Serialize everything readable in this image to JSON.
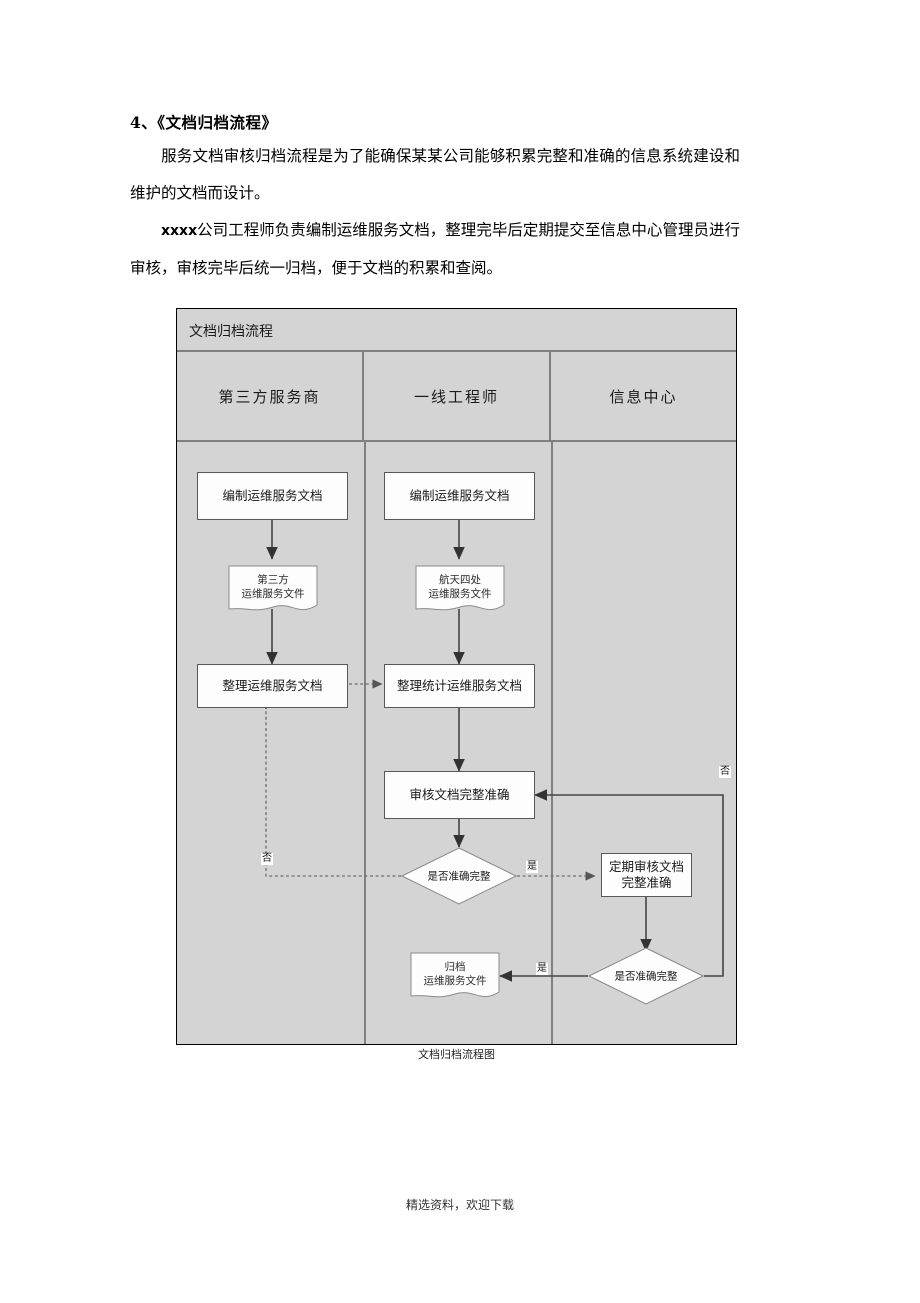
{
  "document": {
    "heading": "4、《文档归档流程》",
    "paragraphs": [
      "服务文档审核归档流程是为了能确保某某公司能够积累完整和准确的信息系统建设和维护的文档而设计。",
      "xxxx公司工程师负责编制运维服务文档，整理完毕后定期提交至信息中心管理员进行审核，审核完毕后统一归档，便于文档的积累和查阅。"
    ],
    "para2_bold_lead": "xxxx",
    "para2_rest": "公司工程师负责编制运维服务文档，整理完毕后定期提交至信息中心管理员进行审核，审核完毕后统一归档，便于文档的积累和查阅。",
    "caption": "文档归档流程图",
    "footer": "精选资料，欢迎下载"
  },
  "flowchart": {
    "title": "文档归档流程",
    "lanes": [
      {
        "label": "第三方服务商"
      },
      {
        "label": "一线工程师"
      },
      {
        "label": "信息中心"
      }
    ],
    "nodes": [
      {
        "id": "n1",
        "type": "process",
        "lane": 0,
        "label": "编制运维服务文档"
      },
      {
        "id": "n2",
        "type": "document",
        "lane": 0,
        "label": "第三方\n运维服务文件",
        "line1": "第三方",
        "line2": "运维服务文件"
      },
      {
        "id": "n3",
        "type": "process",
        "lane": 0,
        "label": "整理运维服务文档"
      },
      {
        "id": "n4",
        "type": "process",
        "lane": 1,
        "label": "编制运维服务文档"
      },
      {
        "id": "n5",
        "type": "document",
        "lane": 1,
        "label": "航天四处\n运维服务文件",
        "line1": "航天四处",
        "line2": "运维服务文件"
      },
      {
        "id": "n6",
        "type": "process",
        "lane": 1,
        "label": "整理统计运维服务文档"
      },
      {
        "id": "n7",
        "type": "process",
        "lane": 1,
        "label": "审核文档完整准确"
      },
      {
        "id": "n8",
        "type": "decision",
        "lane": 1,
        "label": "是否准确完整"
      },
      {
        "id": "n9",
        "type": "document",
        "lane": 1,
        "label": "归档\n运维服务文件",
        "line1": "归档",
        "line2": "运维服务文件"
      },
      {
        "id": "n10",
        "type": "process",
        "lane": 2,
        "label": "定期审核文档\n完整准确",
        "line1": "定期审核文档",
        "line2": "完整准确"
      },
      {
        "id": "n11",
        "type": "decision",
        "lane": 2,
        "label": "是否准确完整"
      }
    ],
    "edge_labels": {
      "no_left": "否",
      "yes_to_review": "是",
      "no_right": "否",
      "yes_to_archive": "是"
    }
  },
  "colors": {
    "lane_background": "#d4d4d4",
    "shape_fill": "#fdfdfd",
    "shape_stroke": "#595959",
    "divider": "#808080",
    "frame": "#000000",
    "connector": "#404040"
  }
}
